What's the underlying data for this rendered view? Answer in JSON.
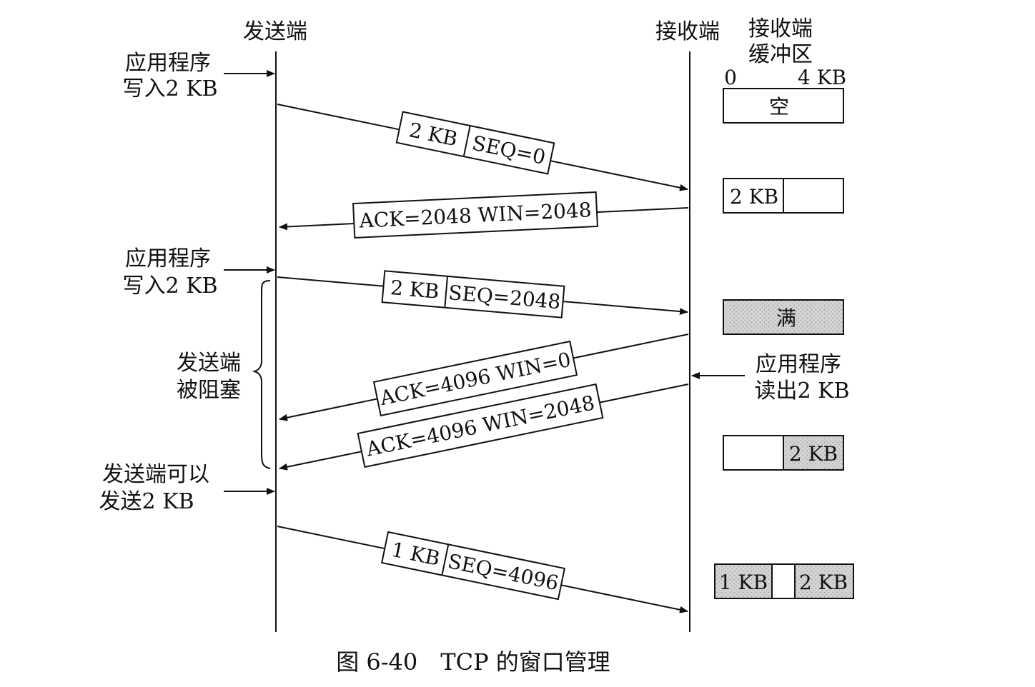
{
  "headers": {
    "sender": "发送端",
    "receiver": "接收端",
    "buffer_title": [
      "接收端",
      "缓冲区"
    ],
    "buffer_scale_min": "0",
    "buffer_scale_max": "4 KB"
  },
  "sender_notes": {
    "write1": [
      "应用程序",
      "写入2 KB"
    ],
    "write2": [
      "应用程序",
      "写入2 KB"
    ],
    "blocked": [
      "发送端",
      "被阻塞"
    ],
    "can_send": [
      "发送端可以",
      "发送2 KB"
    ]
  },
  "receiver_notes": {
    "read": [
      "应用程序",
      "读出2 KB"
    ]
  },
  "messages": [
    {
      "parts": [
        "2 KB",
        "SEQ=0"
      ]
    },
    {
      "parts": [
        "ACK=2048 WIN=2048"
      ]
    },
    {
      "parts": [
        "2 KB",
        "SEQ=2048"
      ]
    },
    {
      "parts": [
        "ACK=4096 WIN=0"
      ]
    },
    {
      "parts": [
        "ACK=4096 WIN=2048"
      ]
    },
    {
      "parts": [
        "1 KB",
        "SEQ=4096"
      ]
    }
  ],
  "buffers": [
    {
      "state": "empty",
      "text": "空"
    },
    {
      "state": "first-half",
      "text": "2 KB"
    },
    {
      "state": "full",
      "text": "满"
    },
    {
      "state": "second-half",
      "text": "2 KB"
    },
    {
      "state": "split",
      "left": "1 KB",
      "right": "2 KB"
    }
  ],
  "colors": {
    "ink": "#111111",
    "filled": "#cfcfcf",
    "background": "#ffffff"
  },
  "caption": "图 6-40　TCP 的窗口管理"
}
